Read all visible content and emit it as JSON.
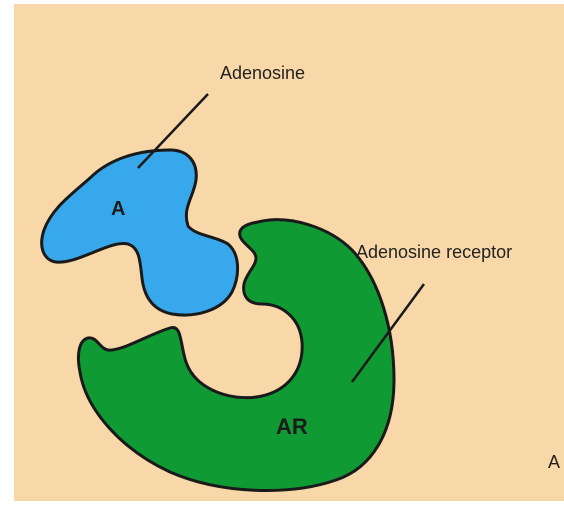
{
  "labels": {
    "adenosine": "Adenosine",
    "adenosine_receptor": "Adenosine receptor",
    "partial_edge": "A"
  },
  "shapes": {
    "adenosine_letter": "A",
    "receptor_letters": "AR"
  },
  "colors": {
    "background": "#F8D8A8",
    "adenosine_fill": "#38A8EC",
    "receptor_fill": "#109A34",
    "outline": "#1a1a1a"
  }
}
